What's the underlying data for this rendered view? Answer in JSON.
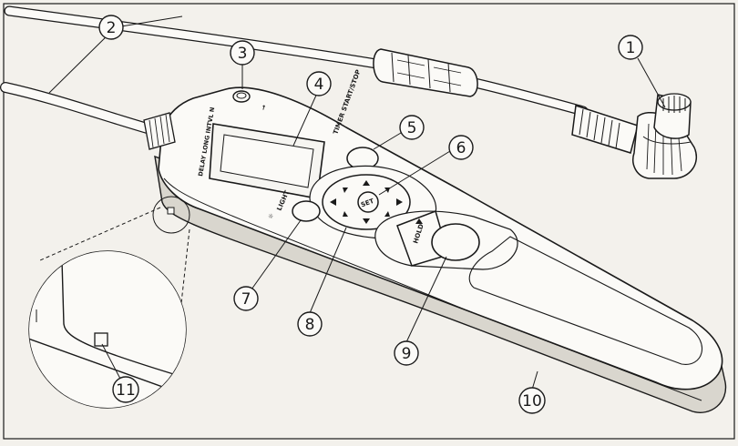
{
  "callouts": [
    {
      "num": "1"
    },
    {
      "num": "2"
    },
    {
      "num": "3"
    },
    {
      "num": "4"
    },
    {
      "num": "5"
    },
    {
      "num": "6"
    },
    {
      "num": "7"
    },
    {
      "num": "8"
    },
    {
      "num": "9"
    },
    {
      "num": "10"
    },
    {
      "num": "11"
    }
  ],
  "device_labels": {
    "lcd_modes": "DELAY LONG INTVL N",
    "timer_button": "TIMER START/STOP",
    "light_button": "LIGHT",
    "set_button": "SET",
    "hold_slider": "HOLD"
  },
  "colors": {
    "line": "#1a1a1a",
    "paper": "#f3f1ec",
    "device_body": "#fbfaf7",
    "lcd": "#f6f5f1",
    "shadow": "#d9d6ce"
  }
}
